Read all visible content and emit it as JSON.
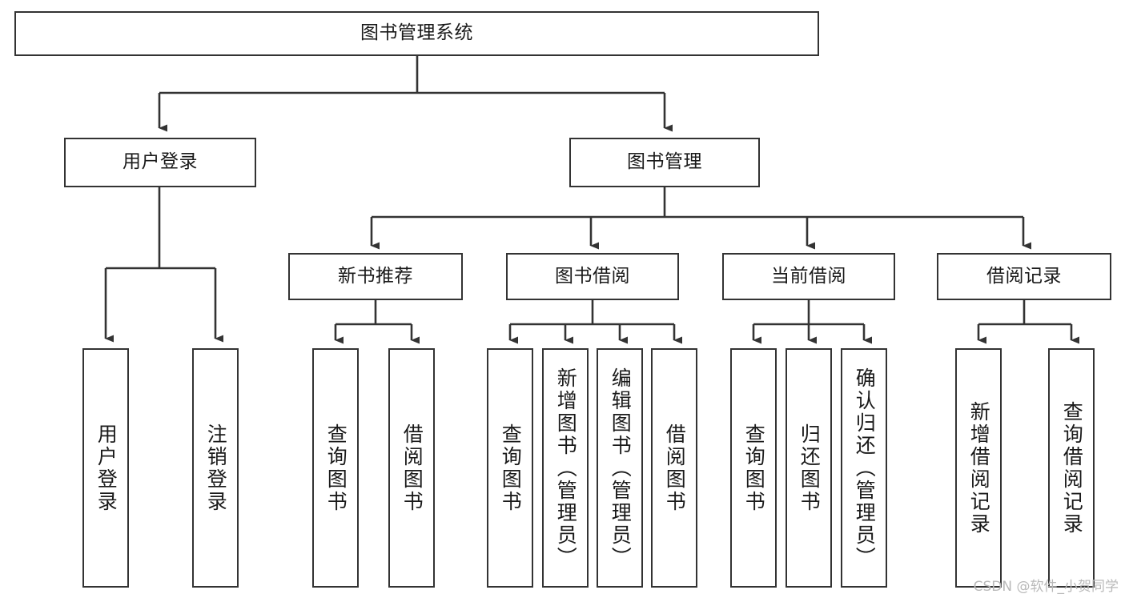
{
  "diagram": {
    "title": "图书管理系统",
    "type": "功能结构图",
    "watermark": "CSDN @软件_小贺同学",
    "colors": {
      "stroke": "#333333",
      "box_fill": "#ffffff",
      "text": "#1a1a1a",
      "background": "#ffffff",
      "watermark": "#b9b9b9"
    },
    "nodes": {
      "root": {
        "label": "图书管理系统"
      },
      "level1": [
        {
          "label": "用户登录"
        },
        {
          "label": "图书管理"
        }
      ],
      "level2": [
        {
          "label": "新书推荐"
        },
        {
          "label": "图书借阅"
        },
        {
          "label": "当前借阅"
        },
        {
          "label": "借阅记录"
        }
      ],
      "leaves": {
        "user_login": [
          {
            "label": "用户登录"
          },
          {
            "label": "注销登录"
          }
        ],
        "new_book_recommend": [
          {
            "label": "查询图书"
          },
          {
            "label": "借阅图书"
          }
        ],
        "book_borrow": [
          {
            "label": "查询图书"
          },
          {
            "label": "新增图书（管理员）"
          },
          {
            "label": "编辑图书（管理员）"
          },
          {
            "label": "借阅图书"
          }
        ],
        "current_borrow": [
          {
            "label": "查询图书"
          },
          {
            "label": "归还图书"
          },
          {
            "label": "确认归还（管理员）"
          }
        ],
        "borrow_record": [
          {
            "label": "新增借阅记录"
          },
          {
            "label": "查询借阅记录"
          }
        ]
      }
    }
  }
}
